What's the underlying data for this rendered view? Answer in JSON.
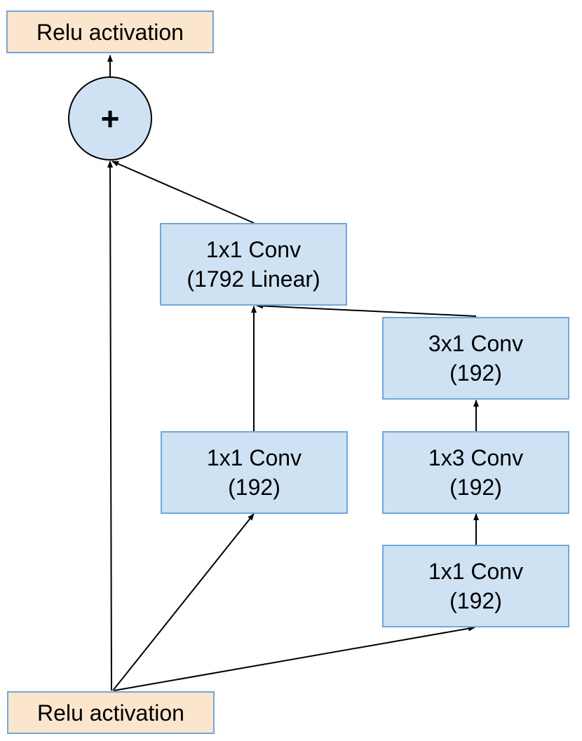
{
  "output_node": {
    "label": "Relu activation"
  },
  "sum_node": {
    "symbol": "+"
  },
  "linear_conv": {
    "line1": "1x1 Conv",
    "line2": "(1792 Linear)"
  },
  "branch_middle": {
    "conv": {
      "line1": "1x1 Conv",
      "line2": "(192)"
    }
  },
  "branch_right": {
    "conv_3x1": {
      "line1": "3x1 Conv",
      "line2": "(192)"
    },
    "conv_1x3": {
      "line1": "1x3 Conv",
      "line2": "(192)"
    },
    "conv_1x1": {
      "line1": "1x1 Conv",
      "line2": "(192)"
    }
  },
  "input_node": {
    "label": "Relu activation"
  },
  "colors": {
    "relu_fill": "#fce5cd",
    "conv_fill": "#cfe2f3",
    "border": "#6fa8dc",
    "arrow": "#000000"
  }
}
